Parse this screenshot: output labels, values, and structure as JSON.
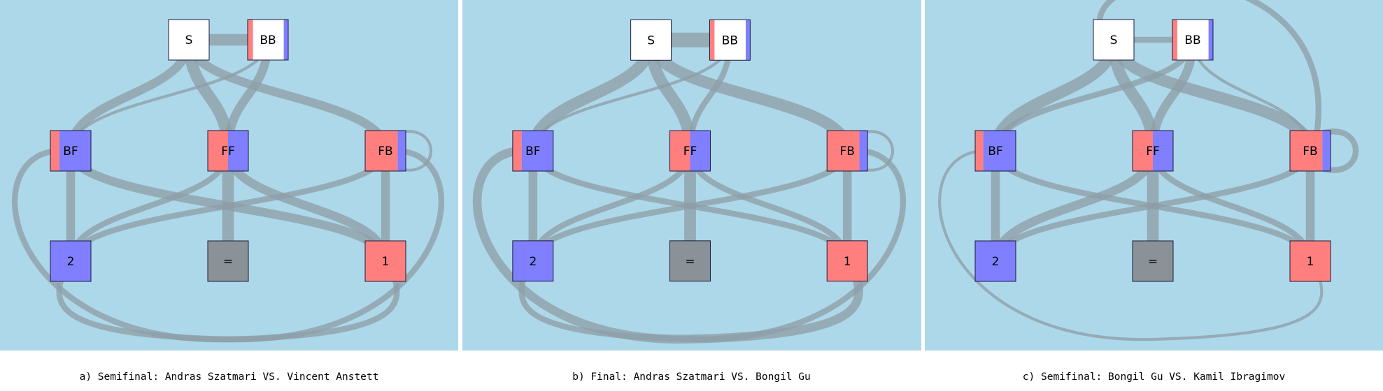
{
  "colors": {
    "background": "#add8ea",
    "edge": "#8e9ea6",
    "red": "#ff7f7f",
    "blue": "#7f7fff",
    "gray": "#8a9298",
    "white": "#ffffff"
  },
  "node_labels": {
    "S": "S",
    "BB": "BB",
    "BF": "BF",
    "FF": "FF",
    "FB": "FB",
    "two": "2",
    "eq": "=",
    "one": "1"
  },
  "panels": [
    {
      "caption": "a) Semifinal: Andras Szatmari VS. Vincent Anstett",
      "node_fill": {
        "BB": {
          "red": 0.22,
          "blue": 0.2
        },
        "BF": {
          "red": 0.22,
          "blue": 0.78
        },
        "FF": {
          "red": 0.5,
          "blue": 0.5
        },
        "FB": {
          "red": 0.8,
          "blue": 0.2
        }
      },
      "edges": [
        {
          "from": "S",
          "to": "BB",
          "weight": 4
        },
        {
          "from": "S",
          "to": "BF",
          "weight": 3
        },
        {
          "from": "S",
          "to": "FF",
          "weight": 4
        },
        {
          "from": "S",
          "to": "FB",
          "weight": 3
        },
        {
          "from": "BB",
          "to": "BF",
          "weight": 1
        },
        {
          "from": "BB",
          "to": "FF",
          "weight": 3
        },
        {
          "from": "BF",
          "to": "two",
          "weight": 3
        },
        {
          "from": "BF",
          "to": "one",
          "weight": 3
        },
        {
          "from": "FF",
          "to": "eq",
          "weight": 4
        },
        {
          "from": "FF",
          "to": "one",
          "weight": 3
        },
        {
          "from": "FF",
          "to": "two",
          "weight": 2
        },
        {
          "from": "FB",
          "to": "one",
          "weight": 3
        },
        {
          "from": "FB",
          "to": "two",
          "weight": 2
        },
        {
          "from": "FB",
          "to": "FB",
          "weight": 1
        },
        {
          "from": "BF",
          "to": "one",
          "weight": 2,
          "route": "outer"
        },
        {
          "from": "FB",
          "to": "two",
          "weight": 2,
          "route": "outer"
        }
      ]
    },
    {
      "caption": "b) Final: Andras Szatmari VS. Bongil Gu",
      "node_fill": {
        "BB": {
          "red": 0.2,
          "blue": 0.2
        },
        "BF": {
          "red": 0.22,
          "blue": 0.78
        },
        "FF": {
          "red": 0.5,
          "blue": 0.5
        },
        "FB": {
          "red": 0.8,
          "blue": 0.2
        }
      },
      "edges": [
        {
          "from": "S",
          "to": "BB",
          "weight": 5
        },
        {
          "from": "S",
          "to": "BF",
          "weight": 4
        },
        {
          "from": "S",
          "to": "FF",
          "weight": 4
        },
        {
          "from": "S",
          "to": "FB",
          "weight": 4
        },
        {
          "from": "BB",
          "to": "BF",
          "weight": 1
        },
        {
          "from": "BB",
          "to": "FF",
          "weight": 2
        },
        {
          "from": "BF",
          "to": "two",
          "weight": 3
        },
        {
          "from": "BF",
          "to": "one",
          "weight": 2
        },
        {
          "from": "FF",
          "to": "eq",
          "weight": 4
        },
        {
          "from": "FF",
          "to": "one",
          "weight": 2
        },
        {
          "from": "FF",
          "to": "two",
          "weight": 2
        },
        {
          "from": "FB",
          "to": "one",
          "weight": 3
        },
        {
          "from": "FB",
          "to": "two",
          "weight": 2
        },
        {
          "from": "FB",
          "to": "FB",
          "weight": 1
        },
        {
          "from": "BF",
          "to": "one",
          "weight": 3,
          "route": "outer"
        },
        {
          "from": "FB",
          "to": "two",
          "weight": 2,
          "route": "outer"
        }
      ]
    },
    {
      "caption": "c) Semifinal: Bongil Gu VS. Kamil Ibragimov",
      "node_fill": {
        "BB": {
          "red": 0.2,
          "blue": 0.2
        },
        "BF": {
          "red": 0.2,
          "blue": 0.8
        },
        "FF": {
          "red": 0.5,
          "blue": 0.5
        },
        "FB": {
          "red": 0.8,
          "blue": 0.2
        }
      },
      "edges": [
        {
          "from": "S",
          "to": "BB",
          "weight": 2
        },
        {
          "from": "S",
          "to": "BF",
          "weight": 4
        },
        {
          "from": "S",
          "to": "FF",
          "weight": 4
        },
        {
          "from": "S",
          "to": "FB",
          "weight": 4
        },
        {
          "from": "BB",
          "to": "BF",
          "weight": 2
        },
        {
          "from": "BB",
          "to": "FF",
          "weight": 3
        },
        {
          "from": "BB",
          "to": "FB",
          "weight": 1
        },
        {
          "from": "BF",
          "to": "two",
          "weight": 3
        },
        {
          "from": "BF",
          "to": "one",
          "weight": 2
        },
        {
          "from": "FF",
          "to": "eq",
          "weight": 4
        },
        {
          "from": "FF",
          "to": "one",
          "weight": 2
        },
        {
          "from": "FF",
          "to": "two",
          "weight": 3
        },
        {
          "from": "FB",
          "to": "one",
          "weight": 3
        },
        {
          "from": "FB",
          "to": "two",
          "weight": 2
        },
        {
          "from": "FB",
          "to": "FB",
          "weight": 2
        },
        {
          "from": "BF",
          "to": "one",
          "weight": 1,
          "route": "outer"
        },
        {
          "from": "S",
          "to": "FB",
          "weight": 2,
          "route": "top"
        }
      ]
    }
  ]
}
